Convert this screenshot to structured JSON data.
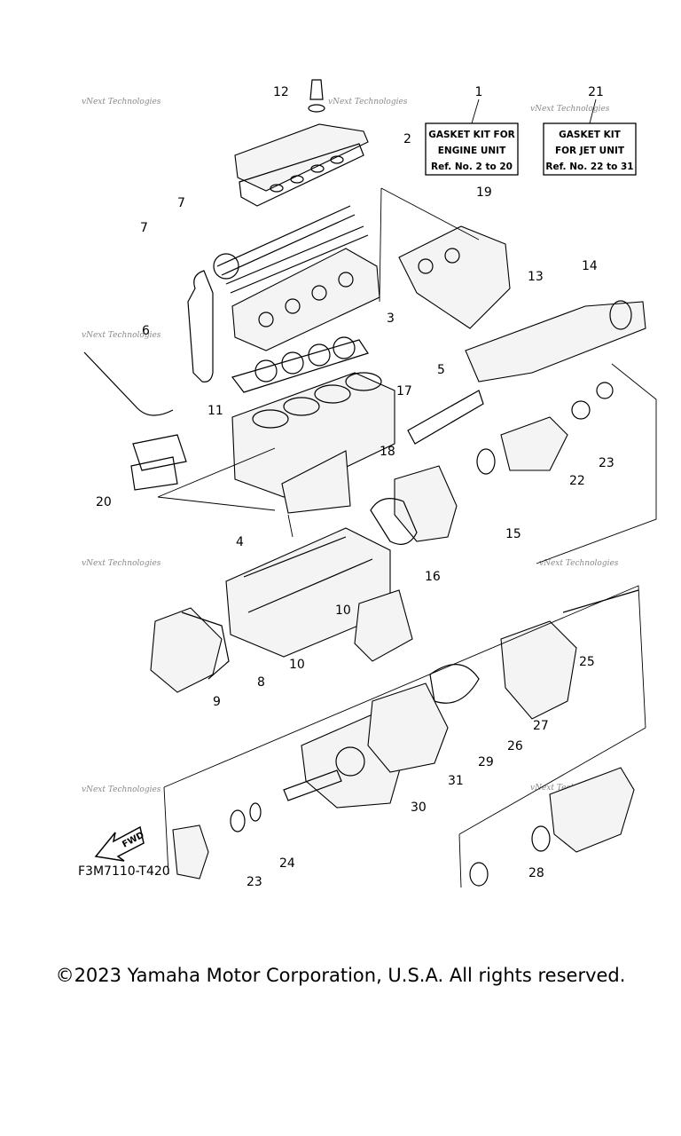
{
  "kits": [
    {
      "ref": "1",
      "lines": [
        "GASKET KIT FOR",
        "ENGINE UNIT",
        "Ref. No. 2 to 20"
      ]
    },
    {
      "ref": "21",
      "lines": [
        "GASKET KIT",
        "FOR JET UNIT",
        "Ref. No. 22 to 31"
      ]
    }
  ],
  "callouts": [
    "2",
    "3",
    "4",
    "5",
    "6",
    "7",
    "7",
    "8",
    "9",
    "10",
    "10",
    "11",
    "12",
    "13",
    "14",
    "15",
    "16",
    "17",
    "18",
    "19",
    "20",
    "22",
    "23",
    "23",
    "24",
    "25",
    "26",
    "27",
    "28",
    "29",
    "30",
    "31"
  ],
  "watermark": "vNext Technologies",
  "fwd_label": "FWD",
  "figure_code": "F3M7110-T420",
  "copyright": "©2023 Yamaha Motor Corporation, U.S.A. All rights reserved."
}
